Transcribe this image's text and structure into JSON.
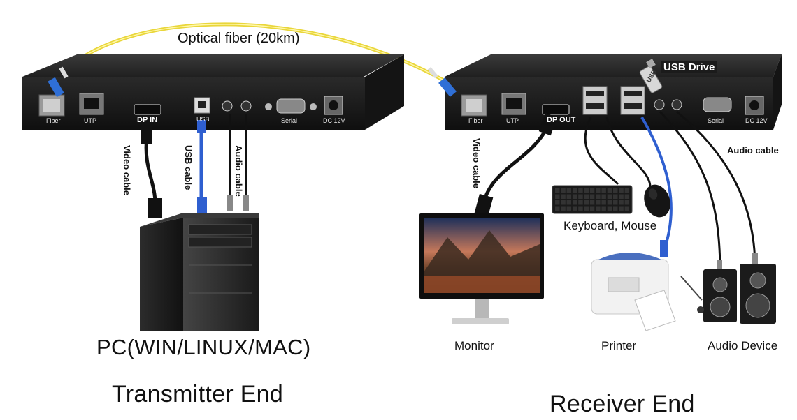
{
  "fiber": {
    "label": "Optical fiber (20km)"
  },
  "transmitter": {
    "title": "Transmitter End",
    "pc_label": "PC(WIN/LINUX/MAC)",
    "ports": [
      "Fiber",
      "UTP",
      "DP IN",
      "USB",
      "Serial",
      "DC 12V"
    ],
    "cables": {
      "video": "Video cable",
      "usb": "USB cable",
      "audio": "Audio cable"
    }
  },
  "receiver": {
    "title": "Receiver End",
    "ports": [
      "Fiber",
      "UTP",
      "DP OUT",
      "Serial",
      "DC 12V"
    ],
    "usb_drive": "USB Drive",
    "usb_tag": "USB",
    "cables": {
      "video": "Video cable",
      "audio": "Audio cable"
    },
    "devices": {
      "keyboard_mouse": "Keyboard, Mouse",
      "monitor": "Monitor",
      "printer": "Printer",
      "audio": "Audio Device"
    }
  },
  "colors": {
    "fiber": "#f2e13a",
    "usb_cable": "#2f5fd0",
    "chassis": "#1c1c1c"
  }
}
